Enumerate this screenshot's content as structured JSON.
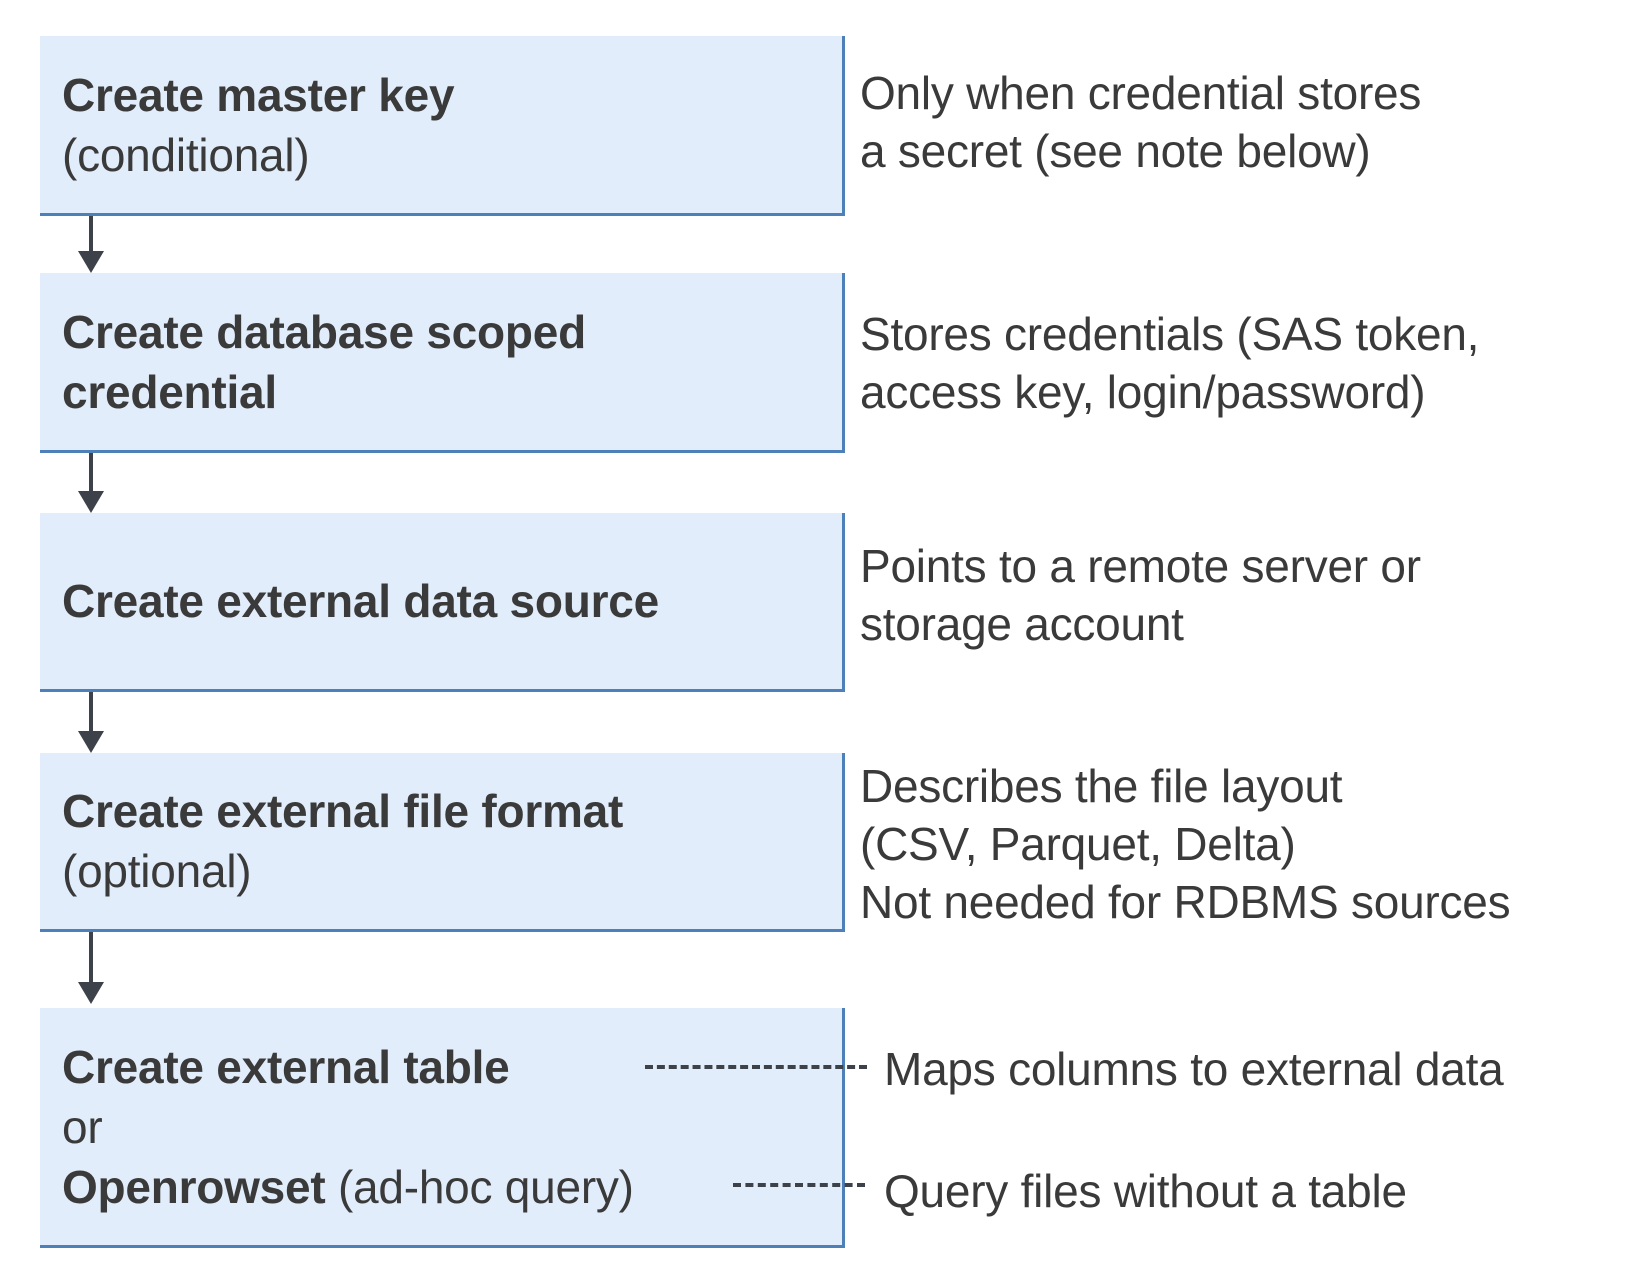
{
  "colors": {
    "box_fill": "#e2edfb",
    "box_border": "#4d7fb9",
    "connector_gray": "#3d424a",
    "text": "#3a3a3a"
  },
  "flow": {
    "boxes": [
      {
        "name": "create-master-key",
        "lines": [
          {
            "b": "Create master key"
          },
          {
            "r": "(conditional)"
          }
        ]
      },
      {
        "name": "create-database-scoped-credential",
        "lines": [
          {
            "b": "Create database scoped"
          },
          {
            "b": "credential"
          }
        ]
      },
      {
        "name": "create-external-data-source",
        "lines": [
          {
            "b": "Create external data source"
          }
        ]
      },
      {
        "name": "create-external-file-format",
        "lines": [
          {
            "b": "Create external file format"
          },
          {
            "r": "(optional)"
          }
        ]
      },
      {
        "name": "create-external-table-or-openrowset",
        "lines": [
          {
            "b": "Create external table"
          },
          {
            "r": "or"
          },
          {
            "b": "Openrowset",
            "r": " (ad-hoc query)"
          }
        ]
      }
    ],
    "annotations": [
      {
        "lines": [
          "Only when credential stores",
          "a secret (see note below)"
        ]
      },
      {
        "lines": [
          "Stores credentials (SAS token,",
          "access key, login/password)"
        ]
      },
      {
        "lines": [
          "Points to a remote server or",
          "storage account"
        ]
      },
      {
        "lines": [
          "Describes the file layout",
          "(CSV, Parquet, Delta)",
          "Not needed for RDBMS sources"
        ]
      },
      {
        "lines": [
          "Maps columns to external data"
        ]
      },
      {
        "lines": [
          "Query files without a table"
        ]
      }
    ]
  }
}
